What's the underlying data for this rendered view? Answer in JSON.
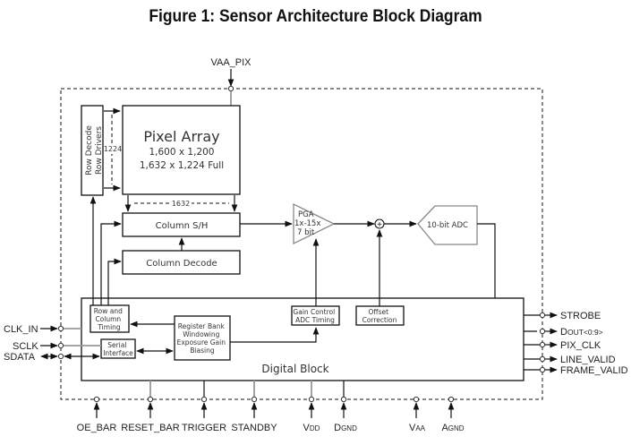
{
  "title": "Figure 1:  Sensor Architecture Block Diagram",
  "top_pin": "VAA_PIX",
  "blocks": {
    "row_decode": [
      "Row  Decode",
      "Row Drivers"
    ],
    "row_dim": "1224",
    "pixel_array": {
      "title": "Pixel Array",
      "line1": "1,600 x 1,200",
      "line2": "1,632 x 1,224 Full"
    },
    "col_dim": "1632",
    "column_sh": "Column S/H",
    "column_decode": "Column Decode",
    "pga": [
      "PGA",
      "1x-15x",
      "7 bit"
    ],
    "summer": "+",
    "adc": "10-bit ADC",
    "row_col_timing": [
      "Row and",
      "Column",
      "Timing"
    ],
    "serial_interface": [
      "Serial",
      "Interface"
    ],
    "register_bank": [
      "Register Bank",
      "Windowing",
      "Exposure Gain",
      "Biasing"
    ],
    "gain_control": [
      "Gain Control",
      "ADC Timing"
    ],
    "offset_correction": [
      "Offset",
      "Correction"
    ],
    "digital_block": "Digital Block"
  },
  "left_pins": [
    "CLK_IN",
    "SCLK",
    "SDATA"
  ],
  "right_pins": [
    {
      "main": "STROBE",
      "sub": ""
    },
    {
      "main": "D",
      "sub": "OUT<0:9>"
    },
    {
      "main": "PIX_CLK",
      "sub": ""
    },
    {
      "main": "LINE_VALID",
      "sub": ""
    },
    {
      "main": "FRAME_VALID",
      "sub": ""
    }
  ],
  "bottom_pins": [
    {
      "main": "OE_BAR",
      "sub": ""
    },
    {
      "main": "RESET_BAR",
      "sub": ""
    },
    {
      "main": "TRIGGER",
      "sub": ""
    },
    {
      "main": "STANDBY",
      "sub": ""
    },
    {
      "main": "V",
      "sub": "DD"
    },
    {
      "main": "D",
      "sub": "GND"
    },
    {
      "main": "V",
      "sub": "AA"
    },
    {
      "main": "A",
      "sub": "GND"
    }
  ]
}
